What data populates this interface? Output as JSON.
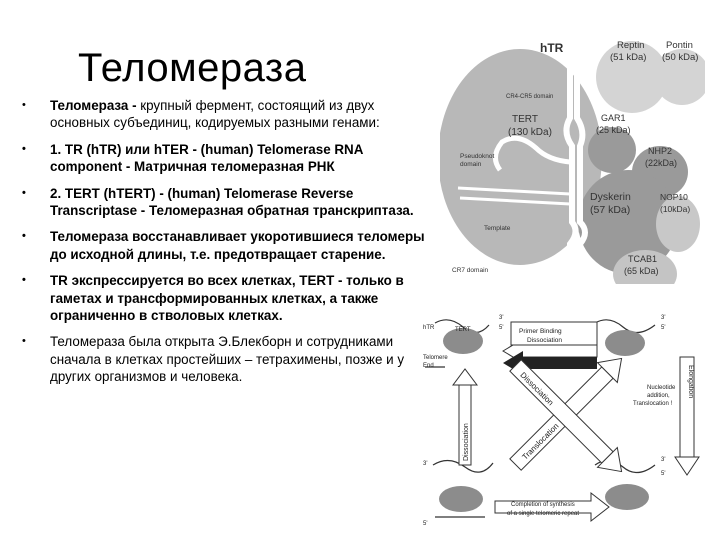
{
  "slide": {
    "title": "Теломераза",
    "bullets": [
      {
        "strong": "Теломераза -",
        "rest": " крупный фермент, состоящий из двух основных субъединиц, кодируемых разными генами:",
        "bold_all": false
      },
      {
        "strong": "",
        "rest": "1. TR (hTR) или hTER - (human) Telomerase RNA component - Матричная теломеразная РНК",
        "bold_all": true
      },
      {
        "strong": "",
        "rest": "2. TERT (hTERT) - (human) Telomerase Reverse Transcriptase - Теломеразная обратная транскриптаза.",
        "bold_all": true
      },
      {
        "strong": "",
        "rest": "Теломераза восстанавливает укоротившиеся теломеры до исходной длины, т.е. предотвращает старение.",
        "bold_all": true
      },
      {
        "strong": "",
        "rest": "TR экспрессируется во всех клетках, TERT - только в гаметах и трансформированных клетках, а также ограниченно в стволовых клетках.",
        "bold_all": true
      },
      {
        "strong": "",
        "rest": "Теломераза была открыта Э.Блекборн и сотрудниками  сначала в клетках простейших – тетрахимены, позже и у других организмов и человека.",
        "bold_all": false
      }
    ]
  },
  "structure_figure": {
    "htr": "hTR",
    "reptin_1": "Reptin",
    "reptin_2": "(51 kDa)",
    "pontin_1": "Pontin",
    "pontin_2": "(50 kDa)",
    "cr4": "CR4-CR5 domain",
    "tert_1": "TERT",
    "tert_2": "(130 kDa)",
    "gar1_1": "GAR1",
    "gar1_2": "(25 kDa)",
    "nhp2_1": "NHP2",
    "nhp2_2": "(22kDa)",
    "pseudo_1": "Pseudoknot",
    "pseudo_2": "domain",
    "dyskerin_1": "Dyskerin",
    "dyskerin_2": "(57 kDa)",
    "nop10_1": "NOP10",
    "nop10_2": "(10kDa)",
    "template": "Template",
    "tcab1_1": "TCAB1",
    "tcab1_2": "(65 kDa)",
    "cr7": "CR7 domain",
    "colors": {
      "light_circle": "#d4d4d4",
      "dark_circle": "#9a9a9a",
      "big_ellipse": "#b8b8b8"
    }
  },
  "cycle_figure": {
    "primer_1": "Primer Binding",
    "primer_2": "Dissociation",
    "elongation": "Elongation",
    "nucleotide_1": "Nucleotide",
    "nucleotide_2": "addition,",
    "nucleotide_3": "Translocation !",
    "dissociation": "Dissociation",
    "translocation": "Translocation",
    "dissociation2": "Dissociation",
    "tert_label": "TERT",
    "htr_label": "hTR",
    "telomere_1": "Telomere",
    "telomere_2": "End",
    "completion_1": "Completion of synthesis",
    "completion_2": "of a single telomeric repeat",
    "c3a": "3'",
    "c5a": "5'",
    "c3b": "3'",
    "c5b": "5'",
    "c3c": "3'",
    "c5c": "5'",
    "c3d": "3'",
    "c5d": "5'"
  }
}
